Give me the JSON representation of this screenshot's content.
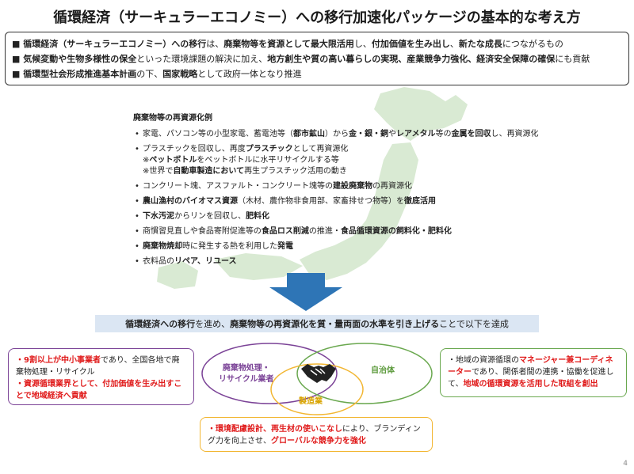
{
  "title": "循環経済（サーキュラーエコノミー）への移行加速化パッケージの基本的な考え方",
  "summary": {
    "line1": [
      {
        "t": "■ 循環経済（サーキュラーエコノミー）への移行",
        "b": true
      },
      {
        "t": "は、",
        "b": false
      },
      {
        "t": "廃棄物等を資源として最大限活用",
        "b": true
      },
      {
        "t": "し、",
        "b": false
      },
      {
        "t": "付加価値を生み出し",
        "b": true
      },
      {
        "t": "、",
        "b": false
      },
      {
        "t": "新たな成長",
        "b": true
      },
      {
        "t": "につながるもの",
        "b": false
      }
    ],
    "line2": [
      {
        "t": "■ 気候変動や生物多様性の保全",
        "b": true
      },
      {
        "t": "といった環境課題の解決に加え、",
        "b": false
      },
      {
        "t": "地方創生や質の高い暮らしの実現、産業競争力強化、経済安全保障の確保",
        "b": true
      },
      {
        "t": "にも貢献",
        "b": false
      }
    ],
    "line3": [
      {
        "t": "■ 循環型社会形成推進基本計画",
        "b": true
      },
      {
        "t": "の下、",
        "b": false
      },
      {
        "t": "国家戦略",
        "b": true
      },
      {
        "t": "として政府一体となり推進",
        "b": false
      }
    ]
  },
  "examples": {
    "title": "廃棄物等の再資源化例",
    "items": [
      [
        [
          {
            "t": "家電、パソコン等の小型家電、蓄電池等（",
            "b": false
          },
          {
            "t": "都市鉱山",
            "b": true
          },
          {
            "t": "）から",
            "b": false
          },
          {
            "t": "金・銀・銅",
            "b": true
          },
          {
            "t": "や",
            "b": false
          },
          {
            "t": "レアメタル",
            "b": true
          },
          {
            "t": "等の",
            "b": false
          },
          {
            "t": "金属を回収",
            "b": true
          },
          {
            "t": "し、再資源化",
            "b": false
          }
        ]
      ],
      [
        [
          {
            "t": "プラスチックを回収し、再度",
            "b": false
          },
          {
            "t": "プラスチック",
            "b": true
          },
          {
            "t": "として再資源化",
            "b": false
          }
        ],
        [
          {
            "t": "※",
            "b": false
          },
          {
            "t": "ペットボトル",
            "b": true
          },
          {
            "t": "をペットボトルに水平リサイクルする等",
            "b": false
          }
        ],
        [
          {
            "t": "※世界で",
            "b": false
          },
          {
            "t": "自動車製造において",
            "b": true
          },
          {
            "t": "再生プラスチック活用の動き",
            "b": false
          }
        ]
      ],
      [
        [
          {
            "t": "コンクリート塊、アスファルト・コンクリート塊等の",
            "b": false
          },
          {
            "t": "建設廃棄物",
            "b": true
          },
          {
            "t": "の再資源化",
            "b": false
          }
        ]
      ],
      [
        [
          {
            "t": "農山漁村のバイオマス資源",
            "b": true
          },
          {
            "t": "（木材、農作物非食用部、家畜排せつ物等）を",
            "b": false
          },
          {
            "t": "徹底活用",
            "b": true
          }
        ]
      ],
      [
        [
          {
            "t": "下水汚泥",
            "b": true
          },
          {
            "t": "からリンを回収し、",
            "b": false
          },
          {
            "t": "肥料化",
            "b": true
          }
        ]
      ],
      [
        [
          {
            "t": "商慣習見直しや食品寄附促進等の",
            "b": false
          },
          {
            "t": "食品ロス削減",
            "b": true
          },
          {
            "t": "の推進・",
            "b": false
          },
          {
            "t": "食品循環資源の飼料化・肥料化",
            "b": true
          }
        ]
      ],
      [
        [
          {
            "t": "廃棄物焼却",
            "b": true
          },
          {
            "t": "時に発生する熱を利用した",
            "b": false
          },
          {
            "t": "発電",
            "b": true
          }
        ]
      ],
      [
        [
          {
            "t": "衣料品の",
            "b": false
          },
          {
            "t": "リペア、リユース",
            "b": true
          }
        ]
      ]
    ]
  },
  "banner": [
    {
      "t": "循環経済への移行",
      "b": true
    },
    {
      "t": "を進め、",
      "b": false
    },
    {
      "t": "廃棄物等の再資源化を質・量両面の水準を引き上げる",
      "b": true
    },
    {
      "t": "ことで以下を達成",
      "b": false
    }
  ],
  "box_left": [
    [
      {
        "t": "・9割以上が中小事業者",
        "r": true
      },
      {
        "t": "であり、全国各地で廃棄物処理・リサイクル",
        "r": false
      }
    ],
    [
      {
        "t": "・資源循環業界として、付加価値を生み出すことで地域経済へ貢献",
        "r": true
      }
    ]
  ],
  "box_right": [
    [
      {
        "t": "・地域の資源循環の",
        "r": false
      },
      {
        "t": "マネージャー兼コーディネーター",
        "r": true
      },
      {
        "t": "であり、関係者間の連携・協働を促進して、",
        "r": false
      },
      {
        "t": "地域の循環資源を活用した取組を創出",
        "r": true
      }
    ]
  ],
  "box_bottom": [
    [
      {
        "t": "・環境配慮設計、再生材の使いこなし",
        "r": true
      },
      {
        "t": "により、ブランディング力を向上させ、",
        "r": false
      },
      {
        "t": "グローバルな競争力を強化",
        "r": true
      }
    ]
  ],
  "venn": {
    "waste_line1": "廃棄物処理・",
    "waste_line2": "リサイクル業者",
    "gov": "自治体",
    "mfg": "製造業"
  },
  "colors": {
    "purple": "#7b4397",
    "green": "#6aa84f",
    "yellow": "#f2b632",
    "arrow": "#2e75b6",
    "banner": "#dbe6f3",
    "map": "#d9ead3",
    "red": "#e01b1b"
  },
  "icons": [
    "handshake-icon",
    "down-arrow-icon",
    "japan-map-icon"
  ],
  "page_number": "4"
}
